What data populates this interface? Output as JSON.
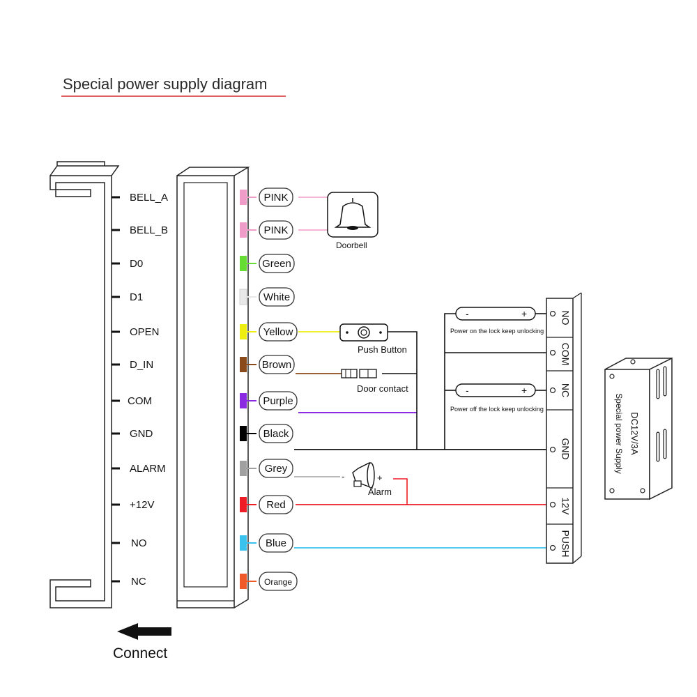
{
  "title": "Special power supply diagram",
  "pins": [
    "BELL_A",
    "BELL_B",
    "D0",
    "D1",
    "OPEN",
    "D_IN",
    "COM",
    "GND",
    "ALARM",
    "+12V",
    "NO",
    "NC"
  ],
  "wires": [
    {
      "label": "PINK",
      "color": "#f09cc8"
    },
    {
      "label": "PINK",
      "color": "#f09cc8"
    },
    {
      "label": "Green",
      "color": "#66dd33"
    },
    {
      "label": "White",
      "color": "#e8e8e8"
    },
    {
      "label": "Yellow",
      "color": "#eeee10"
    },
    {
      "label": "Brown",
      "color": "#8b4a1a"
    },
    {
      "label": "Purple",
      "color": "#8a2be2"
    },
    {
      "label": "Black",
      "color": "#000000"
    },
    {
      "label": "Grey",
      "color": "#a0a0a0"
    },
    {
      "label": "Red",
      "color": "#ee1c24"
    },
    {
      "label": "Blue",
      "color": "#39c2ee"
    },
    {
      "label": "Orange",
      "color": "#f05a28"
    }
  ],
  "devices": {
    "doorbell": "Doorbell",
    "push_button": "Push Button",
    "door_contact": "Door contact",
    "alarm": "Alarm",
    "alarm_minus": "-",
    "alarm_plus": "+"
  },
  "relay": {
    "no_note": "Power on the lock keep unlocking",
    "nc_note": "Power off the lock keep unlocking",
    "minus": "-",
    "plus": "+"
  },
  "terminals": [
    "NO",
    "COM",
    "NC",
    "GND",
    "12V",
    "PUSH"
  ],
  "power_supply": {
    "line1": "DC12V/3A",
    "line2": "Special power Supply"
  },
  "connect_label": "Connect"
}
